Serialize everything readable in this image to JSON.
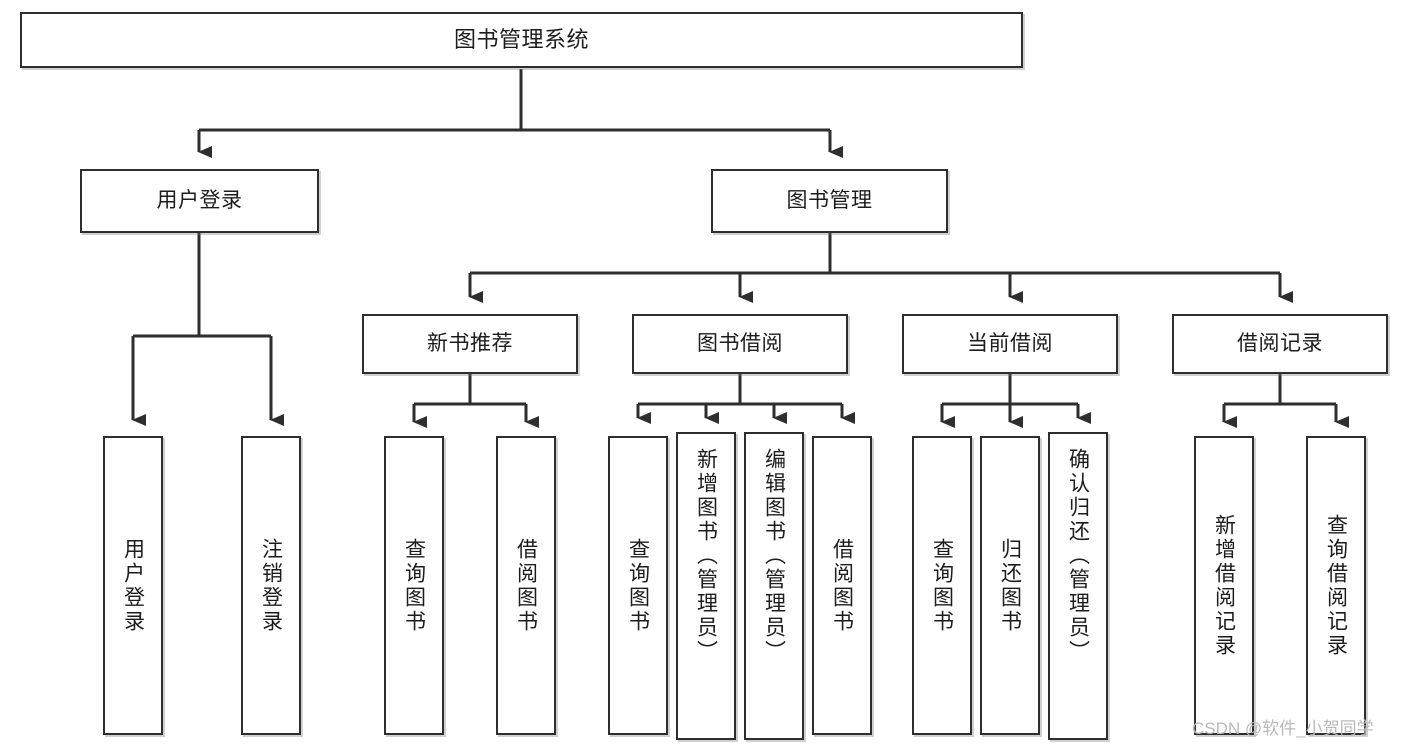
{
  "diagram": {
    "title": "图书管理系统",
    "type": "tree",
    "orientation": "top-down",
    "colors": {
      "border": "#2e2e2e",
      "fill": "#ffffff",
      "text": "#1c1c1c",
      "connector": "#2e2e2e",
      "watermark": "#b9b9b9"
    },
    "root": {
      "label": "图书管理系统"
    },
    "level2": [
      {
        "label": "用户登录"
      },
      {
        "label": "图书管理"
      }
    ],
    "level3": [
      {
        "label": "新书推荐"
      },
      {
        "label": "图书借阅"
      },
      {
        "label": "当前借阅"
      },
      {
        "label": "借阅记录"
      }
    ],
    "leaves": {
      "user_login": [
        {
          "label": "用户登录"
        },
        {
          "label": "注销登录"
        }
      ],
      "new_book": [
        {
          "label": "查询图书"
        },
        {
          "label": "借阅图书"
        }
      ],
      "book_borrow": [
        {
          "label": "查询图书"
        },
        {
          "label": "新增图书（管理员）"
        },
        {
          "label": "编辑图书（管理员）"
        },
        {
          "label": "借阅图书"
        }
      ],
      "current_borrow": [
        {
          "label": "查询图书"
        },
        {
          "label": "归还图书"
        },
        {
          "label": "确认归还（管理员）"
        }
      ],
      "borrow_record": [
        {
          "label": "新增借阅记录"
        },
        {
          "label": "查询借阅记录"
        }
      ]
    }
  },
  "watermark": {
    "text": "CSDN @软件_小贺同学"
  }
}
